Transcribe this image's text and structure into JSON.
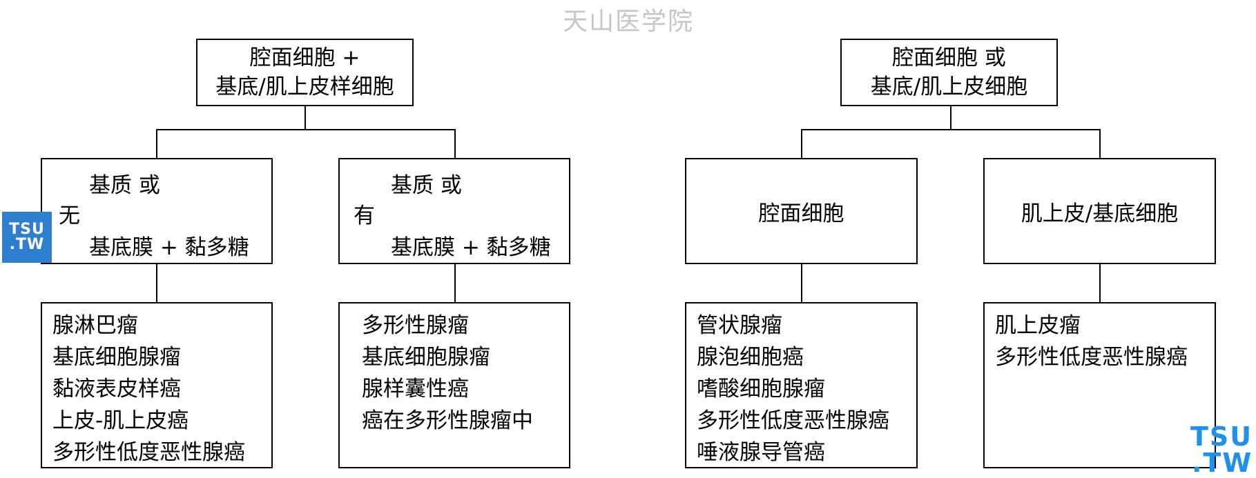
{
  "watermark": "天山医学院",
  "logos": {
    "line1": "TSU",
    "line2": ".TW"
  },
  "left_tree": {
    "root": {
      "line1": "腔面细胞 +",
      "line2": "基底/肌上皮样细胞"
    },
    "branch_a": {
      "top": "基质 或",
      "left": "无",
      "bottom": "基底膜 + 黏多糖"
    },
    "branch_b": {
      "top": "基质 或",
      "left": "有",
      "bottom": "基底膜 + 黏多糖"
    },
    "list_a": [
      "腺淋巴瘤",
      "基底细胞腺瘤",
      "黏液表皮样癌",
      "上皮-肌上皮癌",
      "多形性低度恶性腺癌"
    ],
    "list_b": [
      "多形性腺瘤",
      "基底细胞腺瘤",
      "腺样囊性癌",
      "癌在多形性腺瘤中"
    ]
  },
  "right_tree": {
    "root": {
      "line1": "腔面细胞 或",
      "line2": "基底/肌上皮细胞"
    },
    "branch_a": "腔面细胞",
    "branch_b": "肌上皮/基底细胞",
    "list_a": [
      "管状腺瘤",
      "腺泡细胞癌",
      "嗜酸细胞腺瘤",
      "多形性低度恶性腺癌",
      "唾液腺导管癌"
    ],
    "list_b": [
      "肌上皮瘤",
      "多形性低度恶性腺癌"
    ]
  }
}
